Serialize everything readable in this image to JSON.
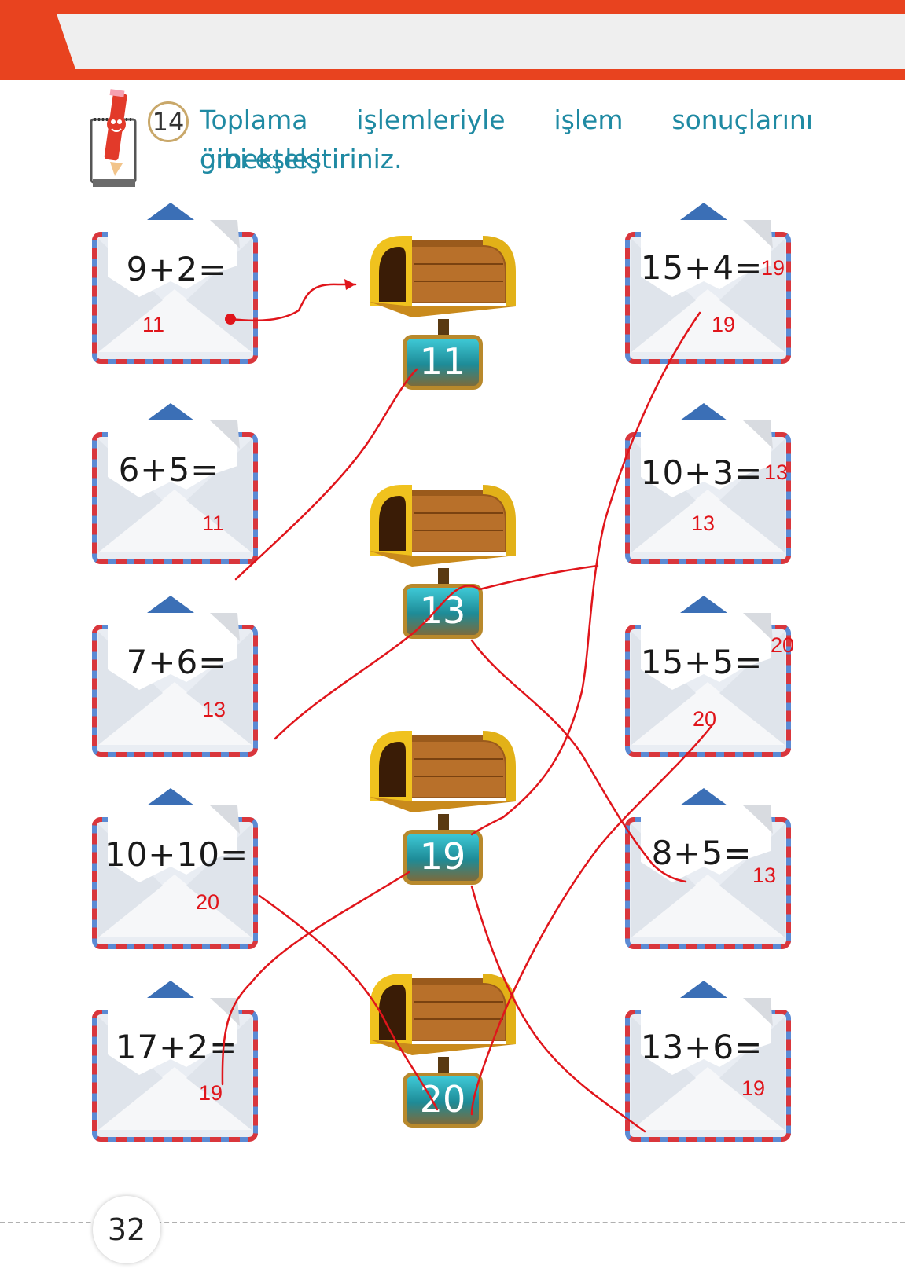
{
  "exercise": {
    "number": "14",
    "instruction_line1": "Toplama işlemleriyle işlem sonuçlarını örnekteki",
    "instruction_line2": "gibi eşleştiriniz."
  },
  "left_envelopes": [
    {
      "expression": "9+2=",
      "answer": "11"
    },
    {
      "expression": "6+5=",
      "answer": "11"
    },
    {
      "expression": "7+6=",
      "answer": "13"
    },
    {
      "expression": "10+10=",
      "answer": "20"
    },
    {
      "expression": "17+2=",
      "answer": "19"
    }
  ],
  "right_envelopes": [
    {
      "expression": "15+4=",
      "answer": "19",
      "side_answer": "19"
    },
    {
      "expression": "10+3=",
      "answer": "13",
      "side_answer": "13"
    },
    {
      "expression": "15+5=",
      "answer": "20",
      "side_answer": "20"
    },
    {
      "expression": "8+5=",
      "answer": "13",
      "side_answer": ""
    },
    {
      "expression": "13+6=",
      "answer": "19",
      "side_answer": ""
    }
  ],
  "mailboxes": [
    {
      "value": "11"
    },
    {
      "value": "13"
    },
    {
      "value": "19"
    },
    {
      "value": "20"
    }
  ],
  "page_number": "32",
  "colors": {
    "header_red": "#e8431f",
    "instruction_teal": "#1f8aa3",
    "handwriting_red": "#e0151b"
  }
}
